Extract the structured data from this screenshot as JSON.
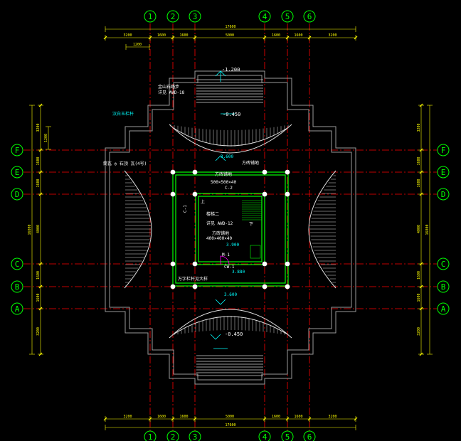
{
  "axes": {
    "vertical": [
      "1",
      "2",
      "3",
      "4",
      "5",
      "6"
    ],
    "horizontal": [
      "F",
      "E",
      "D",
      "C",
      "B",
      "A"
    ]
  },
  "dims": {
    "horizontal": [
      "3200",
      "1600",
      "1600",
      "5000",
      "1600",
      "1600",
      "3200"
    ],
    "horizontal_total": "17600",
    "vertical_right": [
      "3200",
      "1600",
      "1600",
      "4000",
      "1600",
      "1600",
      "3200"
    ],
    "vertical_total": "16800",
    "top_small": "1200",
    "left_small": "1200"
  },
  "labels": {
    "top_elev": "-1.200",
    "stairs_ref": "金山石踏步",
    "stairs_ref2": "详见 AWD-18",
    "upper_elev": "-0.450",
    "balustrade": "汉白玉栏杆",
    "eave_tiles": "筒瓦 ◎ 石顶 瓦(4号)",
    "lane": "方砖铺地",
    "tile_spec": "500×500×40",
    "c2": "C-2",
    "stair_label": "楼梯二",
    "stair_ref": "详见 AWD-12",
    "down": "下",
    "up": "上",
    "lane2": "方砖铺地",
    "tile_spec2": "400×400×40",
    "door": "M-1",
    "elev_3900": "3.900",
    "elev_3880": "3.880",
    "wan_zi": "万字栏杆见大样",
    "elev_3600_top": "3.600",
    "elev_3600_bot": "3.600",
    "low_elev": "-0.450",
    "c1": "C-1",
    "cw": "CW-1",
    "lane_top": "方砖铺地"
  },
  "colors": {
    "grid": "#ff0000",
    "wall": "#9a9a9a",
    "green": "#00ff00",
    "yellow": "#ffff00",
    "cyan": "#00ffff",
    "white": "#ffffff",
    "magenta": "#ff00ff"
  }
}
